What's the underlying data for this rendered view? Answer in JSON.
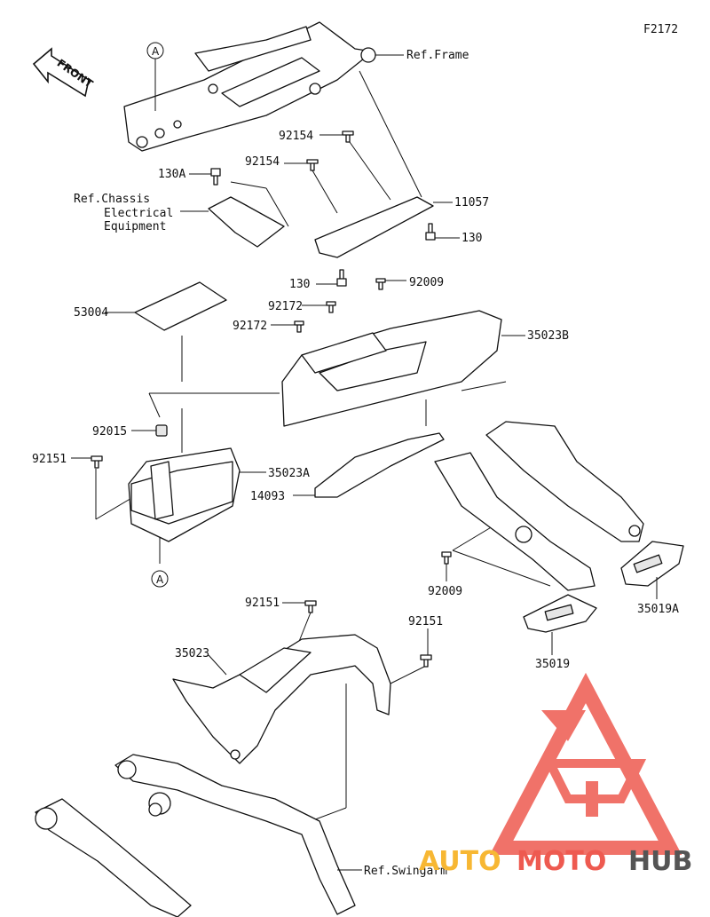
{
  "diagram_code": "F2172",
  "front_label": "FRONT",
  "callout_a": "A",
  "labels": {
    "ref_frame": "Ref.Frame",
    "p92154_top": "92154",
    "p92154_mid": "92154",
    "p130A": "130A",
    "p11057": "11057",
    "p130_right": "130",
    "ref_chassis_1": "Ref.Chassis",
    "ref_chassis_2": "Electrical",
    "ref_chassis_3": "Equipment",
    "p130_left": "130",
    "p92009_top": "92009",
    "p92172_a": "92172",
    "p92172_b": "92172",
    "p53004": "53004",
    "p35023B": "35023B",
    "p92015": "92015",
    "p92151_left": "92151",
    "p35023A": "35023A",
    "p14093": "14093",
    "p92009_bottom": "92009",
    "p35019A": "35019A",
    "p92151_mid": "92151",
    "p92151_right": "92151",
    "p35023": "35023",
    "p35019": "35019",
    "ref_swingarm": "Ref.Swingarm"
  },
  "watermark": {
    "part1": "AUTO",
    "part2": "MOTO",
    "part3": "HUB",
    "color1": "#f7b733",
    "color2": "#ee5a50",
    "color3": "#555555"
  }
}
